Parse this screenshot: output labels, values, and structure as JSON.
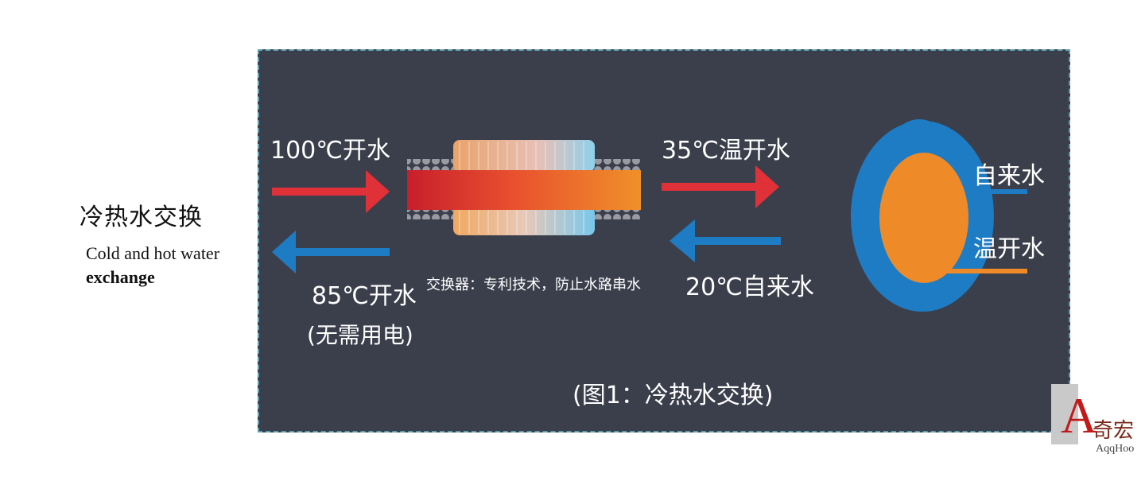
{
  "side_title": "冷热水交换",
  "side_subtitle_line1": "Cold and hot water",
  "side_subtitle_line2": "exchange",
  "diagram": {
    "hot_in_label": "100℃开水",
    "hot_out_label": "85℃开水",
    "hot_out_note": "(无需用电)",
    "exchanger_label": "交换器：专利技术，防止水路串水",
    "warm_out_label": "35℃温开水",
    "tap_in_label": "20℃自来水",
    "legend_tap_water": "自来水",
    "legend_warm_water": "温开水",
    "caption": "(图1：冷热水交换)",
    "colors": {
      "background": "#3b3f4c",
      "hot_arrow": "#e03038",
      "cold_arrow": "#1e7cc4",
      "outer_ring": "#1e7cc4",
      "inner_core": "#ef8a28"
    }
  },
  "watermark": {
    "letter": "A",
    "cn_text": "奇宏",
    "en_text": "AqqHoo"
  }
}
